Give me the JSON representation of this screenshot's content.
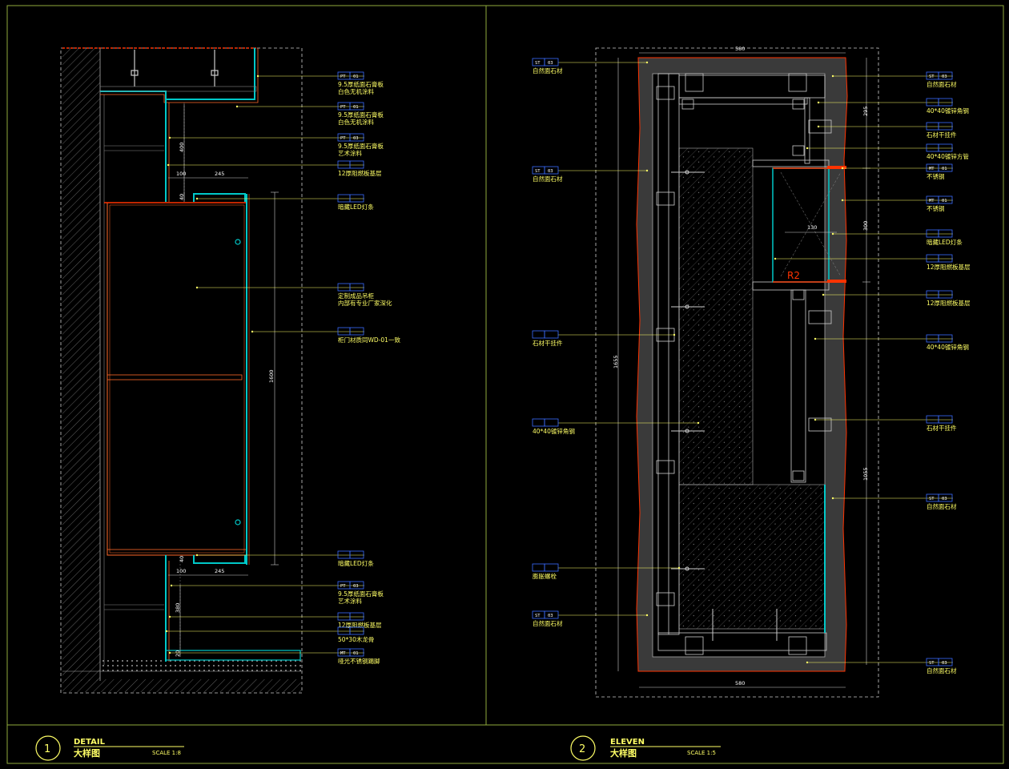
{
  "left_view": {
    "number": "1",
    "title": "DETAIL",
    "subtitle": "大样图",
    "scale": "SCALE 1:8",
    "dims": {
      "d400": "400",
      "d100a": "100",
      "d245a": "245",
      "d40a": "40",
      "d1600": "1600",
      "d40b": "40",
      "d100b": "100",
      "d245b": "245",
      "d380": "380",
      "d20": "20"
    },
    "callouts": [
      {
        "tag": "PT",
        "code": "01",
        "lines": [
          "9.5厚纸面石膏板",
          "白色无机涂料"
        ]
      },
      {
        "tag": "PT",
        "code": "01",
        "lines": [
          "9.5厚纸面石膏板",
          "白色无机涂料"
        ]
      },
      {
        "tag": "PT",
        "code": "03",
        "lines": [
          "9.5厚纸面石膏板",
          "艺术涂料"
        ]
      },
      {
        "tag": "",
        "code": "",
        "lines": [
          "12厚阻燃板基层"
        ]
      },
      {
        "tag": "",
        "code": "",
        "lines": [
          "暗藏LED灯条"
        ]
      },
      {
        "tag": "",
        "code": "",
        "lines": [
          "定制成品吊柜",
          "内部有专业厂家深化"
        ]
      },
      {
        "tag": "",
        "code": "",
        "lines": [
          "柜门材质同WD-01一致"
        ]
      },
      {
        "tag": "",
        "code": "",
        "lines": [
          "暗藏LED灯条"
        ]
      },
      {
        "tag": "PT",
        "code": "03",
        "lines": [
          "9.5厚纸面石膏板",
          "艺术涂料"
        ]
      },
      {
        "tag": "",
        "code": "",
        "lines": [
          "12厚阻燃板基层"
        ]
      },
      {
        "tag": "",
        "code": "",
        "lines": [
          "50*30木龙骨"
        ]
      },
      {
        "tag": "MT",
        "code": "01",
        "lines": [
          "哑光不锈钢踢脚"
        ]
      }
    ]
  },
  "right_view": {
    "number": "2",
    "title": "ELEVEN",
    "subtitle": "大样图",
    "scale": "SCALE 1:5",
    "dims": {
      "top": "580",
      "d295": "295",
      "d300": "300",
      "d130": "130",
      "d1655": "1655",
      "d1055": "1055",
      "bottom": "580",
      "r2": "R2"
    },
    "left_callouts": [
      {
        "tag": "ST",
        "code": "03",
        "lines": [
          "自然面石材"
        ]
      },
      {
        "tag": "ST",
        "code": "03",
        "lines": [
          "自然面石材"
        ]
      },
      {
        "tag": "",
        "code": "",
        "lines": [
          "石材干挂件"
        ]
      },
      {
        "tag": "",
        "code": "",
        "lines": [
          "40*40镀锌角钢"
        ]
      },
      {
        "tag": "",
        "code": "",
        "lines": [
          "膨胀螺栓"
        ]
      },
      {
        "tag": "ST",
        "code": "03",
        "lines": [
          "自然面石材"
        ]
      }
    ],
    "right_callouts": [
      {
        "tag": "ST",
        "code": "03",
        "lines": [
          "自然面石材"
        ]
      },
      {
        "tag": "",
        "code": "",
        "lines": [
          "40*40镀锌角钢"
        ]
      },
      {
        "tag": "",
        "code": "",
        "lines": [
          "石材干挂件"
        ]
      },
      {
        "tag": "",
        "code": "",
        "lines": [
          "40*40镀锌方管"
        ]
      },
      {
        "tag": "MT",
        "code": "01",
        "lines": [
          "不锈钢"
        ]
      },
      {
        "tag": "MT",
        "code": "01",
        "lines": [
          "不锈钢"
        ]
      },
      {
        "tag": "",
        "code": "",
        "lines": [
          "暗藏LED灯条"
        ]
      },
      {
        "tag": "",
        "code": "",
        "lines": [
          "12厚阻燃板基层"
        ]
      },
      {
        "tag": "",
        "code": "",
        "lines": [
          "12厚阻燃板基层"
        ]
      },
      {
        "tag": "",
        "code": "",
        "lines": [
          "40*40镀锌角钢"
        ]
      },
      {
        "tag": "",
        "code": "",
        "lines": [
          "石材干挂件"
        ]
      },
      {
        "tag": "ST",
        "code": "03",
        "lines": [
          "自然面石材"
        ]
      },
      {
        "tag": "ST",
        "code": "03",
        "lines": [
          "自然面石材"
        ]
      }
    ]
  },
  "colors": {
    "frame": "#8faa3c",
    "label": "#ffff66",
    "cyan": "#00c8c8",
    "red": "#ff3300",
    "orange": "#ff6a2a",
    "white": "#ffffff",
    "tag": "#3a6cff",
    "gray": "#888888"
  }
}
